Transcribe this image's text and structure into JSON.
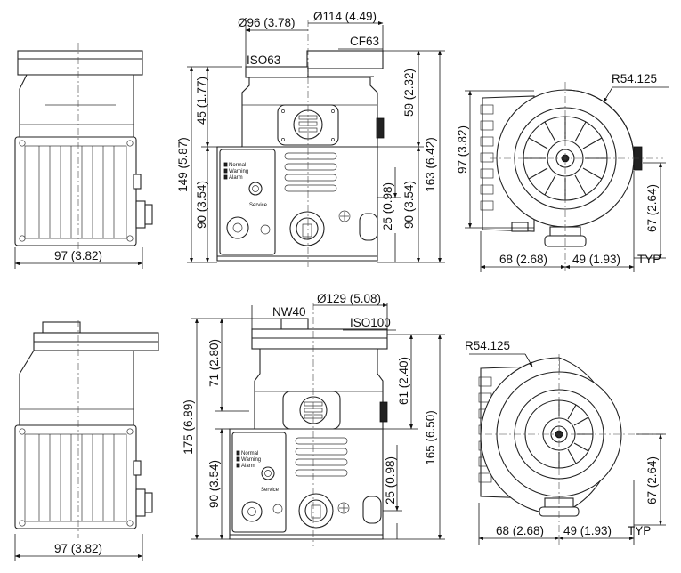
{
  "top_row": {
    "side_view": {
      "width_dim": "97 (3.82)"
    },
    "front_view": {
      "dia_iso": "Ø96 (3.78)",
      "dia_cf": "Ø114 (4.49)",
      "flange_cf": "CF63",
      "flange_iso": "ISO63",
      "height_total": "149 (5.87)",
      "height_upper": "45 (1.77)",
      "height_lower": "90 (3.54)",
      "height_cf_upper": "59 (2.32)",
      "height_cf_total": "163 (6.42)",
      "height_port": "25 (0.98)",
      "height_cf_lower": "90 (3.54)"
    },
    "top_view": {
      "radius": "R54.125",
      "height": "97 (3.82)",
      "inlet_height": "67 (2.64)",
      "left_width": "68 (2.68)",
      "right_width": "49 (1.93)",
      "typ": "TYP"
    }
  },
  "bottom_row": {
    "side_view": {
      "width_dim": "97 (3.82)"
    },
    "front_view": {
      "flange_nw": "NW40",
      "dia": "Ø129 (5.08)",
      "flange_iso": "ISO100",
      "height_total": "175 (6.89)",
      "height_upper": "71 (2.80)",
      "height_lower": "90 (3.54)",
      "height_iso_upper": "61 (2.40)",
      "height_iso_total": "165 (6.50)",
      "height_port": "25 (0.98)"
    },
    "top_view": {
      "radius": "R54.125",
      "inlet_height": "67 (2.64)",
      "left_width": "68 (2.68)",
      "right_width": "49 (1.93)",
      "typ": "TYP"
    }
  }
}
